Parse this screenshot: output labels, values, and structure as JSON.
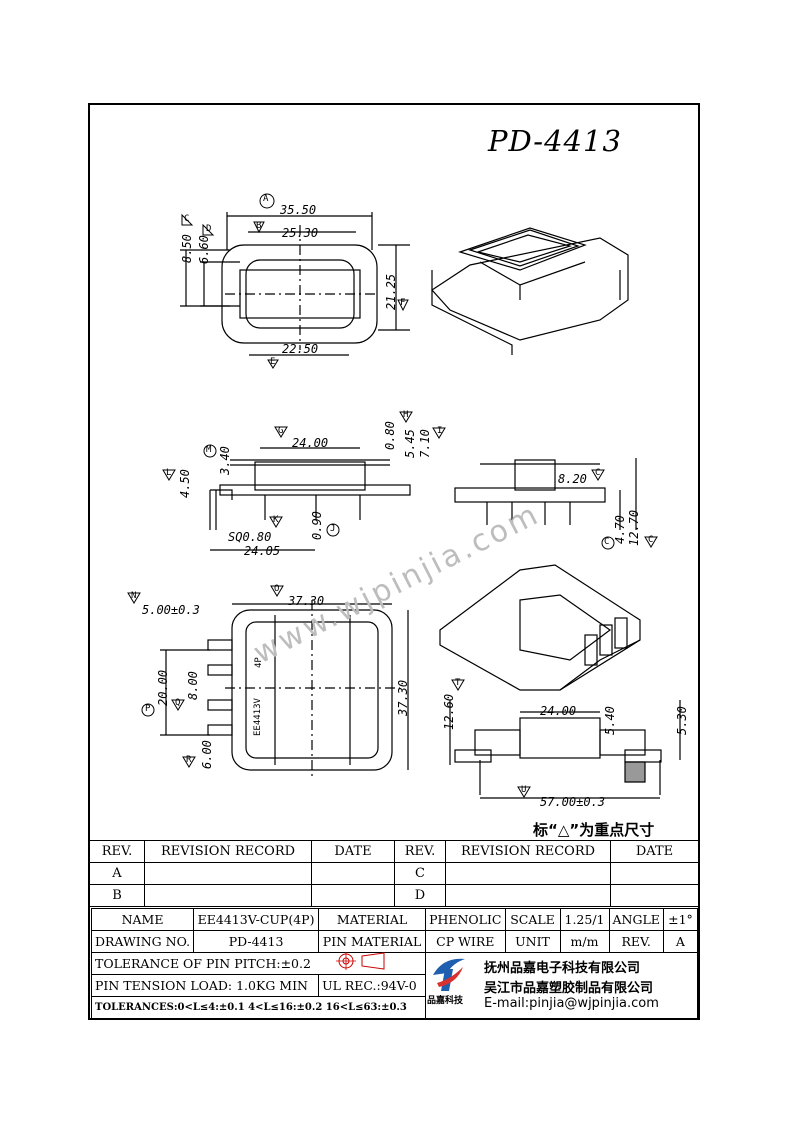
{
  "drawing_title": "PD-4413",
  "watermark": "www.wjpinjia.com",
  "note": "标“△”为重点尺寸",
  "dims": {
    "d1": "35.50",
    "d2": "25.30",
    "d3": "8.50",
    "d4": "6.60",
    "d5": "21.25",
    "d6": "22.50",
    "d7": "24.00",
    "d8": "3.40",
    "d9": "4.50",
    "d10": "SQ0.80",
    "d11": "24.05",
    "d12": "0.90",
    "d13": "0.80",
    "d14": "5.45",
    "d15": "7.10",
    "d16": "8.20",
    "d17": "4.70",
    "d18": "12.70",
    "d19": "5.00±0.3",
    "d20": "37.30",
    "d21": "20.00",
    "d22": "8.00",
    "d23": "6.00",
    "d24": "37.30",
    "d25": "24.00",
    "d26": "5.40",
    "d27": "5.30",
    "d28": "12.60",
    "d29": "57.00±0.3"
  },
  "labels": {
    "A": "A",
    "B": "B",
    "C": "C",
    "D": "D",
    "E": "E",
    "F": "F",
    "G": "G",
    "H": "H",
    "I": "I",
    "J": "J",
    "K": "K",
    "L": "L",
    "M": "M",
    "N": "N",
    "O": "O",
    "P": "P",
    "Q": "Q",
    "R": "R",
    "S": "S",
    "T": "T",
    "U": "U"
  },
  "part_marking": {
    "pins": "4P",
    "model": "EE4413V"
  },
  "revision_table": {
    "headers": [
      "REV.",
      "REVISION RECORD",
      "DATE",
      "REV.",
      "REVISION RECORD",
      "DATE"
    ],
    "rows": [
      [
        "A",
        "",
        "",
        "C",
        "",
        ""
      ],
      [
        "B",
        "",
        "",
        "D",
        "",
        ""
      ]
    ]
  },
  "info": {
    "name_label": "NAME",
    "name_value": "EE4413V-CUP(4P)",
    "material_label": "MATERIAL",
    "material_value": "PHENOLIC",
    "scale_label": "SCALE",
    "scale_value": "1.25/1",
    "angle_label": "ANGLE",
    "angle_value": "±1°",
    "drawing_no_label": "DRAWING NO.",
    "drawing_no_value": "PD-4413",
    "pin_material_label": "PIN MATERIAL",
    "pin_material_value": "CP WIRE",
    "unit_label": "UNIT",
    "unit_value": "m/m",
    "rev_label": "REV.",
    "rev_value": "A",
    "pitch_tolerance": "TOLERANCE OF PIN PITCH:±0.2",
    "tension": "PIN TENSION LOAD: 1.0KG  MIN",
    "ul": "UL REC.:94V-0",
    "tolerances": "TOLERANCES:0<L≤4:±0.1 4<L≤16:±0.2 16<L≤63:±0.3"
  },
  "company": {
    "line1": "抚州品嘉电子科技有限公司",
    "line2": "吴江市品嘉塑胶制品有限公司",
    "email": "E-mail:pinjia@wjpinjia.com",
    "logo": "品嘉科技"
  }
}
